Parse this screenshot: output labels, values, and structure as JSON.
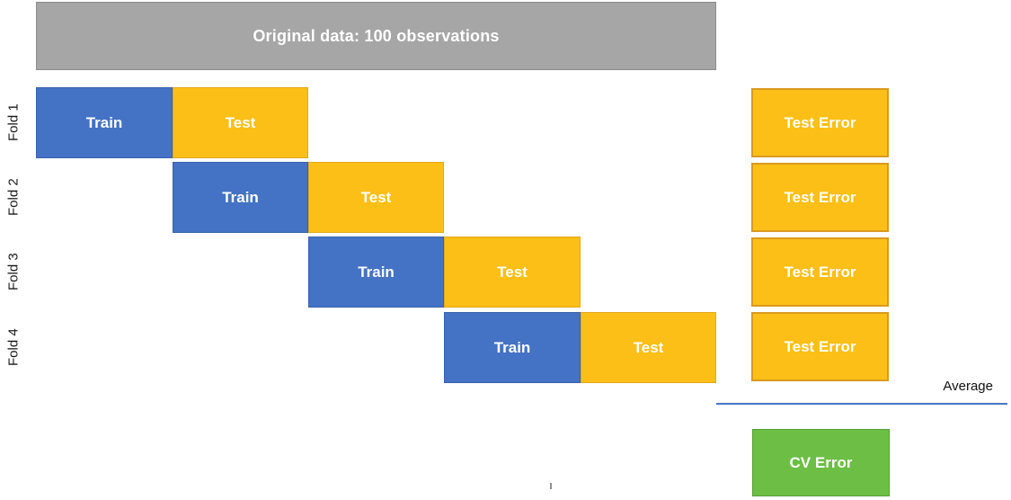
{
  "original_data": {
    "label": "Original data: 100 observations"
  },
  "folds": [
    {
      "label": "Fold 1",
      "train_label": "Train",
      "test_label": "Test",
      "error_label": "Test Error"
    },
    {
      "label": "Fold 2",
      "train_label": "Train",
      "test_label": "Test",
      "error_label": "Test Error"
    },
    {
      "label": "Fold 3",
      "train_label": "Train",
      "test_label": "Test",
      "error_label": "Test Error"
    },
    {
      "label": "Fold 4",
      "train_label": "Train",
      "test_label": "Test",
      "error_label": "Test Error"
    }
  ],
  "average": {
    "label": "Average"
  },
  "cv_error": {
    "label": "CV Error"
  },
  "colors": {
    "original_bar_gray": "#a6a6a6",
    "train_blue": "#4472c4",
    "test_gold": "#fcbf17",
    "cv_green": "#6cbe45",
    "average_line_blue": "#4577c8",
    "box_text_white": "#ffffff",
    "label_text_black": "#1a1a1a"
  }
}
